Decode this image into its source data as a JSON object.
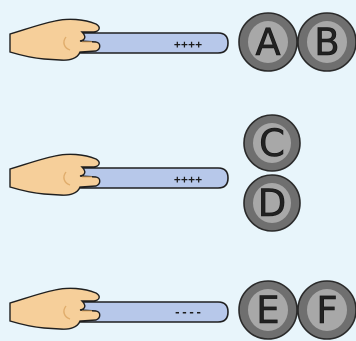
{
  "colors": {
    "background": "#e8f5fb",
    "rod_fill": "#b7c8ea",
    "rod_stroke": "#1f1f1f",
    "skin": "#f6cf9a",
    "skin_shadow": "#e0ad6c",
    "ball_outer": "#6f6f6f",
    "ball_inner": "#a8a8a8",
    "ball_stroke": "#2a2a2a"
  },
  "panels": [
    {
      "rod_charge": "++++",
      "balls": [
        {
          "label": "A"
        },
        {
          "label": "B"
        }
      ]
    },
    {
      "rod_charge": "++++",
      "balls": [
        {
          "label": "C"
        },
        {
          "label": "D"
        }
      ]
    },
    {
      "rod_charge": "----",
      "balls": [
        {
          "label": "E"
        },
        {
          "label": "F"
        }
      ]
    }
  ]
}
